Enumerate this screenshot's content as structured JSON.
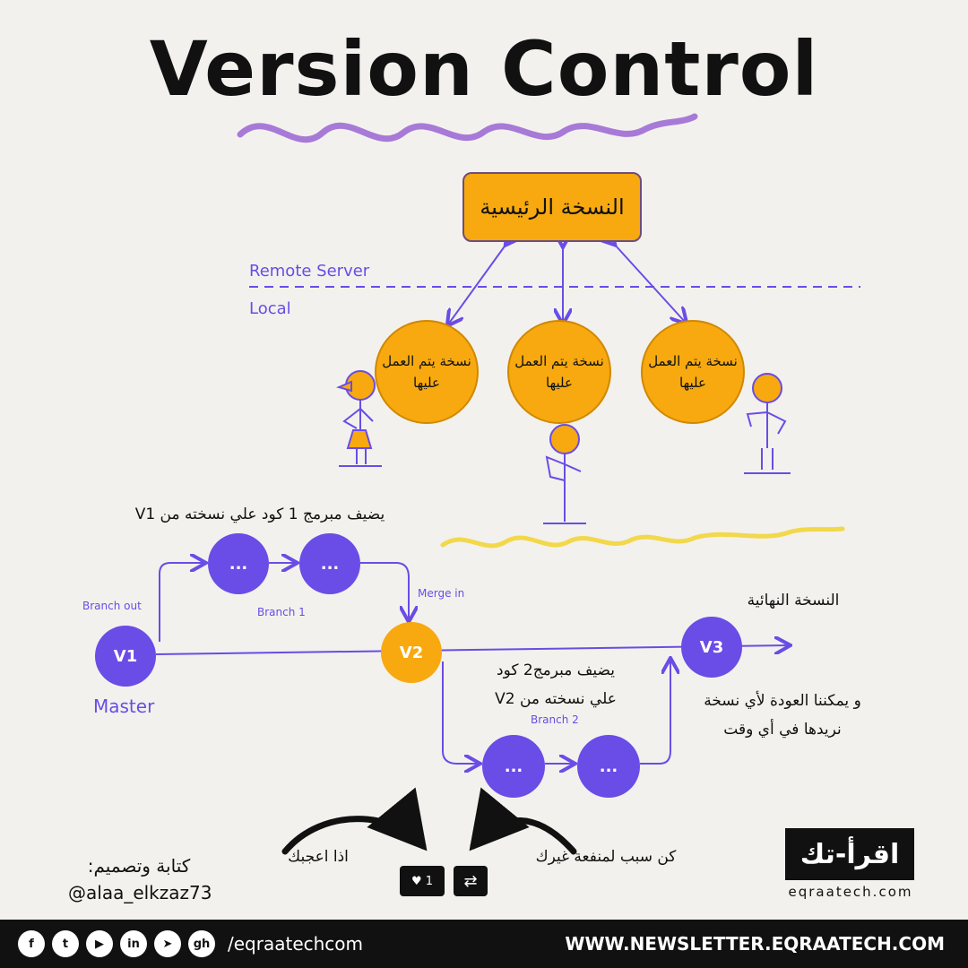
{
  "title": "Version Control",
  "main_copy": "النسخة الرئيسية",
  "zones": {
    "remote": "Remote Server",
    "local": "Local"
  },
  "working_copies": [
    "نسخة يتم العمل عليها",
    "نسخة يتم العمل عليها",
    "نسخة يتم العمل عليها"
  ],
  "versions": {
    "v1": "V1",
    "v2": "V2",
    "v3": "V3",
    "commit": "..."
  },
  "labels": {
    "branch_out": "Branch out",
    "branch1": "Branch 1",
    "branch2": "Branch 2",
    "merge_in": "Merge in",
    "master": "Master"
  },
  "notes": {
    "dev1": "يضيف مبرمج 1 كود علي نسخته من V1",
    "dev2_line1": "يضيف مبرمج2 كود",
    "dev2_line2": "علي نسخته من V2",
    "final": "النسخة النهائية",
    "return_line1": "و يمكننا العودة لأي نسخة",
    "return_line2": "نريدها في أي وقت"
  },
  "cta": {
    "like": "اذا اعجبك",
    "share": "كن سبب لمنفعة غيرك",
    "like_count": "1"
  },
  "author": {
    "label": "كتابة وتصميم:",
    "handle": "@alaa_elkzaz73"
  },
  "brand": {
    "logo": "اقرأ-تك",
    "site": "eqraatech.com"
  },
  "footer": {
    "social_icons": [
      "facebook-icon",
      "twitter-icon",
      "youtube-icon",
      "linkedin-icon",
      "telegram-icon",
      "github-icon"
    ],
    "social_glyphs": [
      "f",
      "t",
      "▶",
      "in",
      "➤",
      "gh"
    ],
    "handle": "/eqraatechcom",
    "newsletter": "WWW.NEWSLETTER.EQRAATECH.COM"
  },
  "colors": {
    "purple": "#6a4ce6",
    "orange": "#f7a90f",
    "yellow": "#f2d84a",
    "lavender": "#a77ad8"
  }
}
